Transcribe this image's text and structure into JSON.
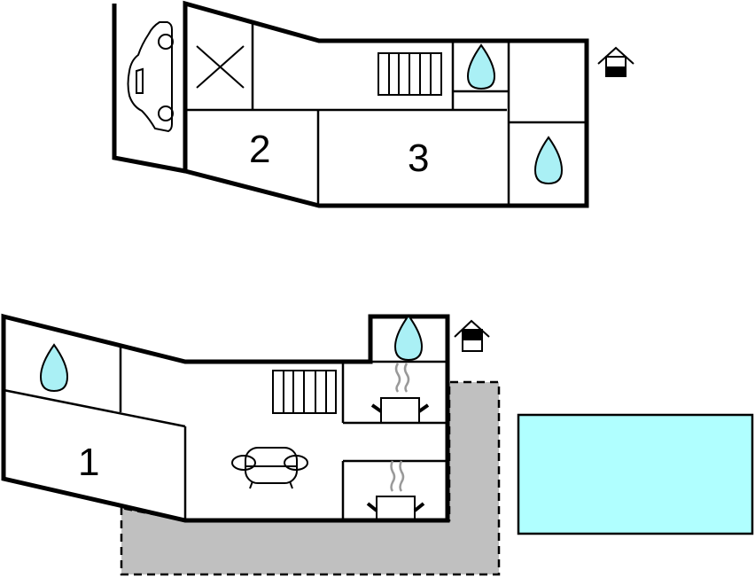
{
  "floorplan": {
    "upper_floor": {
      "rooms": [
        {
          "label": "2"
        },
        {
          "label": "3"
        }
      ],
      "icons": [
        "car-icon",
        "void-cross-icon",
        "stairs-icon",
        "bathroom-drop-icon",
        "bathroom-drop-icon",
        "floor-indicator-icon"
      ]
    },
    "ground_floor": {
      "rooms": [
        {
          "label": "1"
        }
      ],
      "icons": [
        "bathroom-drop-icon",
        "bathroom-drop-icon",
        "stairs-icon",
        "sofa-icon",
        "kitchen-stove-icon",
        "kitchen-stove-icon",
        "floor-indicator-icon"
      ]
    },
    "terrace": {
      "fill": "#c0c0c0",
      "border": "dashed"
    },
    "pool": {
      "fill": "#b0ffff"
    },
    "colors": {
      "water": "#aaf0f5",
      "pool": "#b0ffff",
      "terrace": "#c0c0c0",
      "wall": "#000000"
    }
  }
}
